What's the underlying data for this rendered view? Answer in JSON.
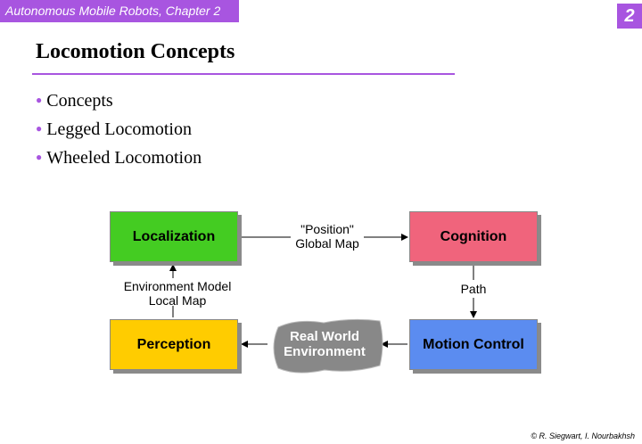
{
  "header": {
    "course_tag": "Autonomous Mobile Robots, Chapter 2",
    "page_number": "2"
  },
  "slide": {
    "title": "Locomotion Concepts",
    "bullets": [
      "Concepts",
      "Legged Locomotion",
      "Wheeled Locomotion"
    ]
  },
  "diagram": {
    "boxes": {
      "localization": "Localization",
      "cognition": "Cognition",
      "perception": "Perception",
      "motion_control": "Motion Control"
    },
    "cloud": {
      "line1": "Real World",
      "line2": "Environment"
    },
    "edges": {
      "position_line1": "\"Position\"",
      "position_line2": "Global Map",
      "env_line1": "Environment Model",
      "env_line2": "Local Map",
      "path": "Path"
    },
    "colors": {
      "localization": "#44cc22",
      "cognition": "#f0647c",
      "perception": "#ffcc00",
      "motion_control": "#5b8cf0",
      "cloud": "#888888",
      "accent": "#a855e0"
    }
  },
  "footer": {
    "credit": "© R. Siegwart, I. Nourbakhsh"
  }
}
